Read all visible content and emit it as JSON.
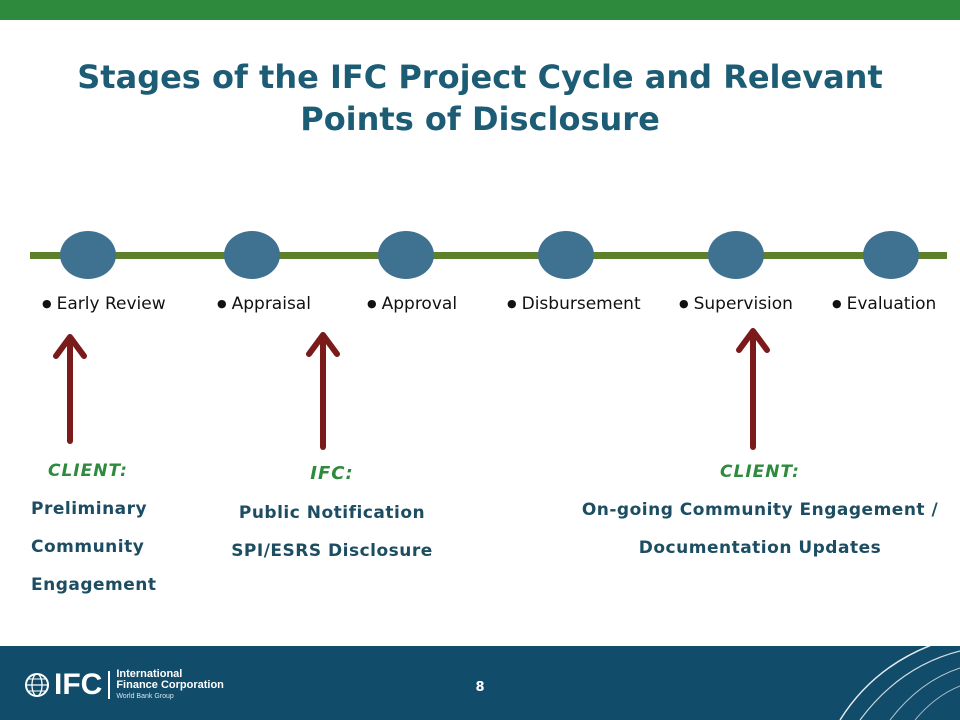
{
  "title": {
    "line1": "Stages of the IFC Project Cycle and Relevant",
    "line2": "Points of Disclosure"
  },
  "stages": [
    "Early Review",
    "Appraisal",
    "Approval",
    "Disbursement",
    "Supervision",
    "Evaluation"
  ],
  "disclosure_points": [
    {
      "actor": "CLIENT:",
      "lines": [
        "Preliminary",
        "Community",
        "Engagement"
      ]
    },
    {
      "actor": "IFC:",
      "lines": [
        "Public Notification",
        "SPI/ESRS Disclosure"
      ]
    },
    {
      "actor": "CLIENT:",
      "lines": [
        "On-going Community Engagement /",
        "Documentation Updates"
      ]
    }
  ],
  "footer": {
    "logo_mark": "IFC",
    "logo_line1": "International",
    "logo_line2": "Finance Corporation",
    "logo_line3": "World Bank Group",
    "page_number": "8"
  },
  "colors": {
    "top_bar": "#2e8b3d",
    "title": "#1d5c75",
    "timeline": "#5e7f2c",
    "node": "#3f7190",
    "arrow": "#7a1a1a",
    "actor_label": "#2e8b3d",
    "footer": "#114c6b"
  }
}
